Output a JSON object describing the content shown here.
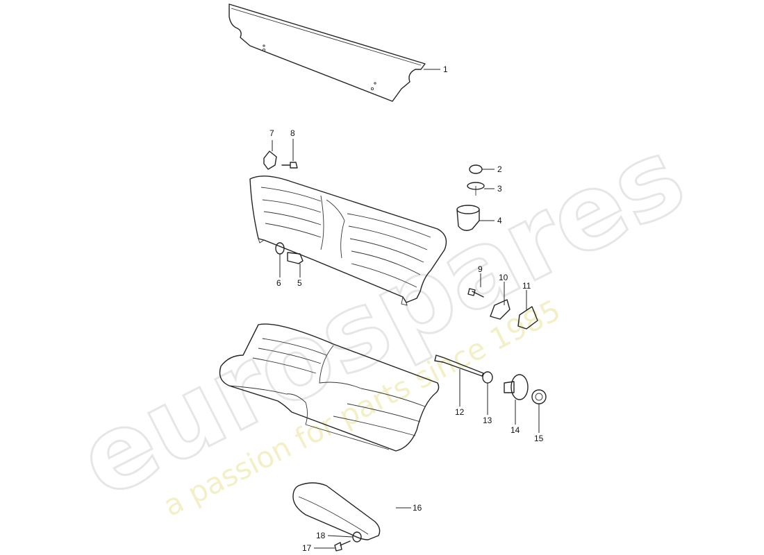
{
  "watermark": {
    "brand": "eurospares",
    "tagline": "a passion for parts since 1985"
  },
  "parts": [
    {
      "number": "1"
    },
    {
      "number": "2"
    },
    {
      "number": "3"
    },
    {
      "number": "4"
    },
    {
      "number": "5"
    },
    {
      "number": "6"
    },
    {
      "number": "7"
    },
    {
      "number": "8"
    },
    {
      "number": "9"
    },
    {
      "number": "10"
    },
    {
      "number": "11"
    },
    {
      "number": "12"
    },
    {
      "number": "13"
    },
    {
      "number": "14"
    },
    {
      "number": "15"
    },
    {
      "number": "16"
    },
    {
      "number": "17"
    },
    {
      "number": "18"
    }
  ]
}
